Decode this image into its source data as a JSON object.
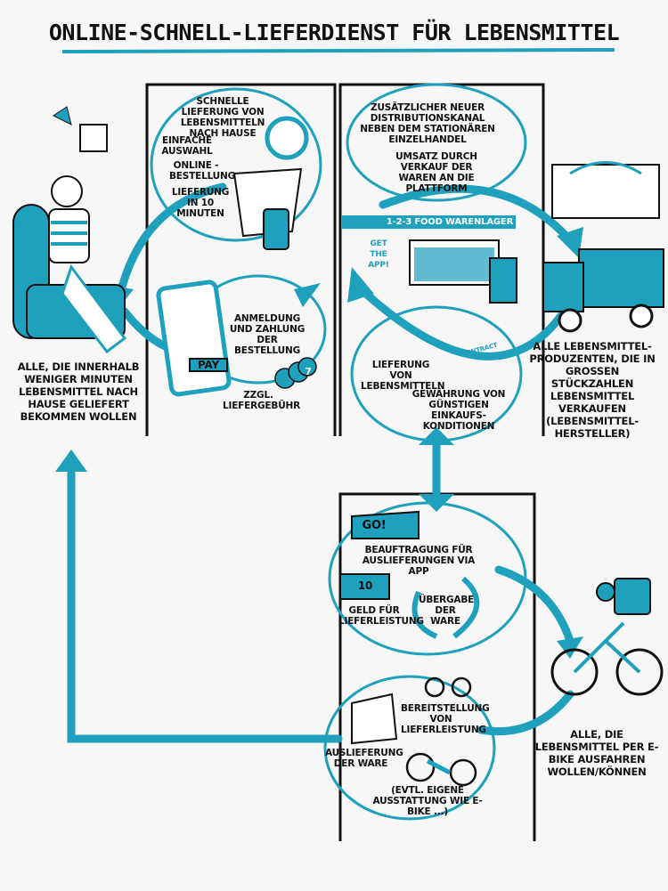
{
  "title": "Online-Schnell-Lieferdienst für Lebensmittel",
  "colors": {
    "accent": "#1fa0bd",
    "ink": "#111111",
    "background": "#f7f7f7"
  },
  "customer": {
    "label": "Alle, die innerhalb weniger Minuten Lebensmittel nach Hause geliefert bekommen wollen"
  },
  "customer_box": {
    "benefits": "Schnelle Lieferung von Lebensmitteln nach Hause",
    "choice": "Einfache Auswahl",
    "online": "Online -Bestellung",
    "delivery_time": "Lieferung in 10 Minuten",
    "registration": "Anmeldung und Zahlung der Bestellung",
    "fee": "zzgl. Liefergebühr",
    "pay_button": "PAY",
    "coin_value": "7"
  },
  "platform_box": {
    "channel": "Zusätzlicher neuer Distributionskanal neben dem stationären Einzelhandel",
    "revenue": "Umsatz durch Verkauf der Waren an die Plattform",
    "store_sign": "1-2-3 Food Warenlager",
    "app_sign": "Get the App!",
    "supply": "Lieferung von Lebensmitteln",
    "conditions": "Gewährung von günstigen Einkaufs-konditionen",
    "contract": "Contract"
  },
  "producer": {
    "label": "Alle Lebensmittel-produzenten, die in großen Stückzahlen Lebensmittel verkaufen (Lebensmittel-hersteller)"
  },
  "courier_box": {
    "go": "GO!",
    "assignment": "Beauftragung für Auslieferungen via App",
    "money_note": "10",
    "money": "Geld für Lieferleistung",
    "handover": "Übergabe der Ware",
    "provision": "Bereitstellung von Lieferleistung",
    "delivery": "Auslieferung der Ware",
    "equipment": "(evtl. eigene Ausstattung wie E-Bike ...)"
  },
  "courier": {
    "label": "Alle, die Lebensmittel per E-Bike ausfahren wollen/können"
  }
}
